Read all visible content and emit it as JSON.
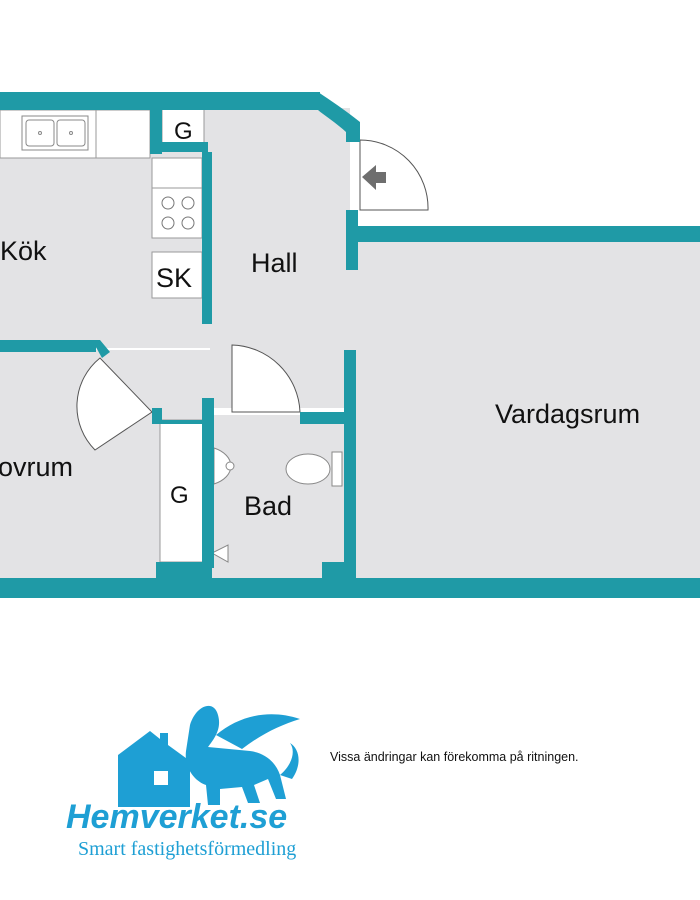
{
  "rooms": {
    "kitchen": "Kök",
    "hall": "Hall",
    "living_room": "Vardagsrum",
    "bedroom": "ovrum",
    "bathroom": "Bad"
  },
  "fixtures": {
    "wardrobe_top": "G",
    "wardrobe_bottom": "G",
    "cabinet": "SK"
  },
  "colors": {
    "wall": "#1f9aa6",
    "floor": "#e3e3e5",
    "brand": "#1e9fd4"
  },
  "brand": {
    "name": "Hemverket.se",
    "tagline": "Smart fastighetsförmedling"
  },
  "disclaimer": "Vissa ändringar kan förekomma på ritningen."
}
